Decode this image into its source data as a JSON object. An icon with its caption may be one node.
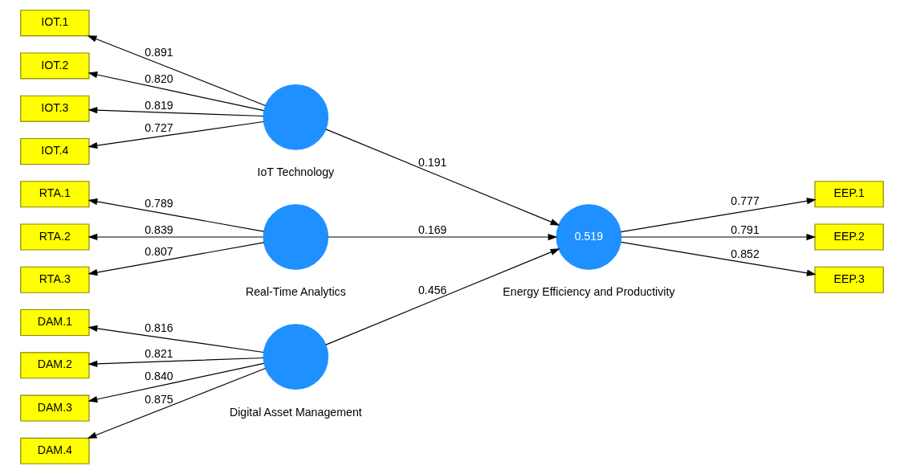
{
  "diagram": {
    "nodes": [
      {
        "text": [
          "IOT.1"
        ]
      },
      {
        "text": [
          "IOT.2"
        ]
      },
      {
        "text": [
          "IOT.3"
        ]
      },
      {
        "text": [
          "IOT.4"
        ]
      },
      {
        "text": [],
        "shape": "circle",
        "beside": [
          "IoT Technology"
        ]
      },
      {
        "text": [
          "RTA.1"
        ]
      },
      {
        "text": [
          "RTA.2"
        ]
      },
      {
        "text": [
          "RTA.3"
        ]
      },
      {
        "text": [],
        "shape": "circle",
        "beside": [
          "Real-Time Analytics"
        ]
      },
      {
        "text": [
          "DAM.1"
        ]
      },
      {
        "text": [
          "DAM.2"
        ]
      },
      {
        "text": [
          "DAM.3"
        ]
      },
      {
        "text": [
          "DAM.4"
        ]
      },
      {
        "text": [],
        "shape": "circle",
        "beside": [
          "Digital Asset Management"
        ]
      },
      {
        "text": [
          "0.519"
        ],
        "beside": [
          "Energy Efficiency and Productivity"
        ]
      },
      {
        "text": [
          "EEP.1"
        ]
      },
      {
        "text": [
          "EEP.2"
        ]
      },
      {
        "text": [
          "EEP.3"
        ]
      }
    ],
    "edges": [
      {
        "from": 4,
        "to": 0,
        "arrow": "to",
        "label": "0.891"
      },
      {
        "from": 4,
        "to": 1,
        "arrow": "to",
        "label": "0.820"
      },
      {
        "from": 4,
        "to": 2,
        "arrow": "to",
        "label": "0.819"
      },
      {
        "from": 4,
        "to": 3,
        "arrow": "to",
        "label": "0.727"
      },
      {
        "from": 8,
        "to": 5,
        "arrow": "to",
        "label": "0.789"
      },
      {
        "from": 8,
        "to": 6,
        "arrow": "to",
        "label": "0.839"
      },
      {
        "from": 8,
        "to": 7,
        "arrow": "to",
        "label": "0.807"
      },
      {
        "from": 13,
        "to": 9,
        "arrow": "to",
        "label": "0.816"
      },
      {
        "from": 13,
        "to": 10,
        "arrow": "to",
        "label": "0.821"
      },
      {
        "from": 13,
        "to": 11,
        "arrow": "to",
        "label": "0.840"
      },
      {
        "from": 13,
        "to": 12,
        "arrow": "to",
        "label": "0.875"
      },
      {
        "from": 4,
        "to": 14,
        "arrow": "to",
        "label": "0.191"
      },
      {
        "from": 8,
        "to": 14,
        "arrow": "to",
        "label": "0.169"
      },
      {
        "from": 13,
        "to": 14,
        "arrow": "to",
        "label": "0.456"
      },
      {
        "from": 14,
        "to": 15,
        "arrow": "to",
        "label": "0.777"
      },
      {
        "from": 14,
        "to": 16,
        "arrow": "to",
        "label": "0.791"
      },
      {
        "from": 14,
        "to": 17,
        "arrow": "to",
        "label": "0.852"
      }
    ]
  }
}
